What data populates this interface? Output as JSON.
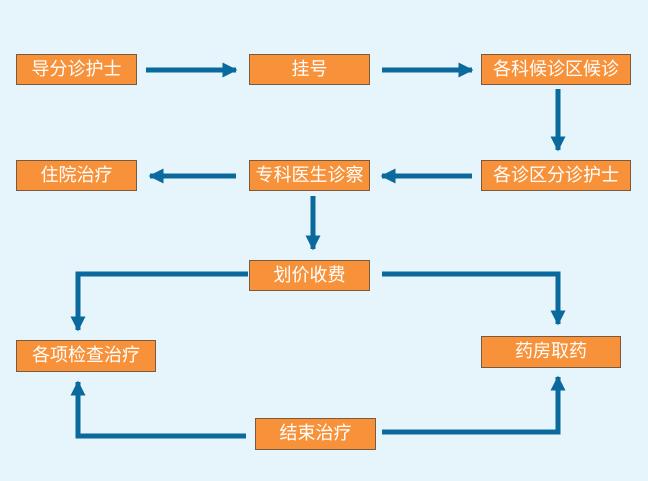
{
  "colors": {
    "background": "#e6f5fb",
    "box_fill": "#f7923a",
    "box_border": "#7a5a3a",
    "arrow": "#0a6a9e",
    "text": "#ffffff"
  },
  "nodes": {
    "guide_nurse": "导分诊护士",
    "registration": "挂号",
    "waiting": "各科候诊区候诊",
    "triage_nurse": "各诊区分诊护士",
    "specialist": "专科医生诊察",
    "hospitalization": "住院治疗",
    "billing": "划价收费",
    "examinations": "各项检查治疗",
    "pharmacy": "药房取药",
    "end_treatment": "结束治疗"
  }
}
